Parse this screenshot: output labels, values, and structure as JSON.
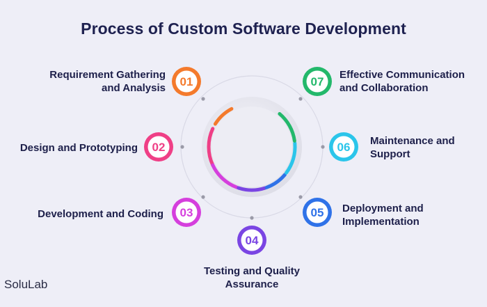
{
  "title": "Process of Custom Software Development",
  "brand": "SoluLab",
  "steps": [
    {
      "number": "01",
      "label_line1": "Requirement Gathering",
      "label_line2": "and Analysis",
      "color": "#f47a2c"
    },
    {
      "number": "02",
      "label_line1": "Design and Prototyping",
      "label_line2": "",
      "color": "#ef3f86"
    },
    {
      "number": "03",
      "label_line1": "Development and Coding",
      "label_line2": "",
      "color": "#d53fdd"
    },
    {
      "number": "04",
      "label_line1": "Testing and Quality",
      "label_line2": "Assurance",
      "color": "#7a45e3"
    },
    {
      "number": "05",
      "label_line1": "Deployment and",
      "label_line2": "Implementation",
      "color": "#2f72e8"
    },
    {
      "number": "06",
      "label_line1": "Maintenance and",
      "label_line2": "Support",
      "color": "#2bc5ea"
    },
    {
      "number": "07",
      "label_line1": "Effective Communication",
      "label_line2": "and Collaboration",
      "color": "#23b86b"
    }
  ]
}
